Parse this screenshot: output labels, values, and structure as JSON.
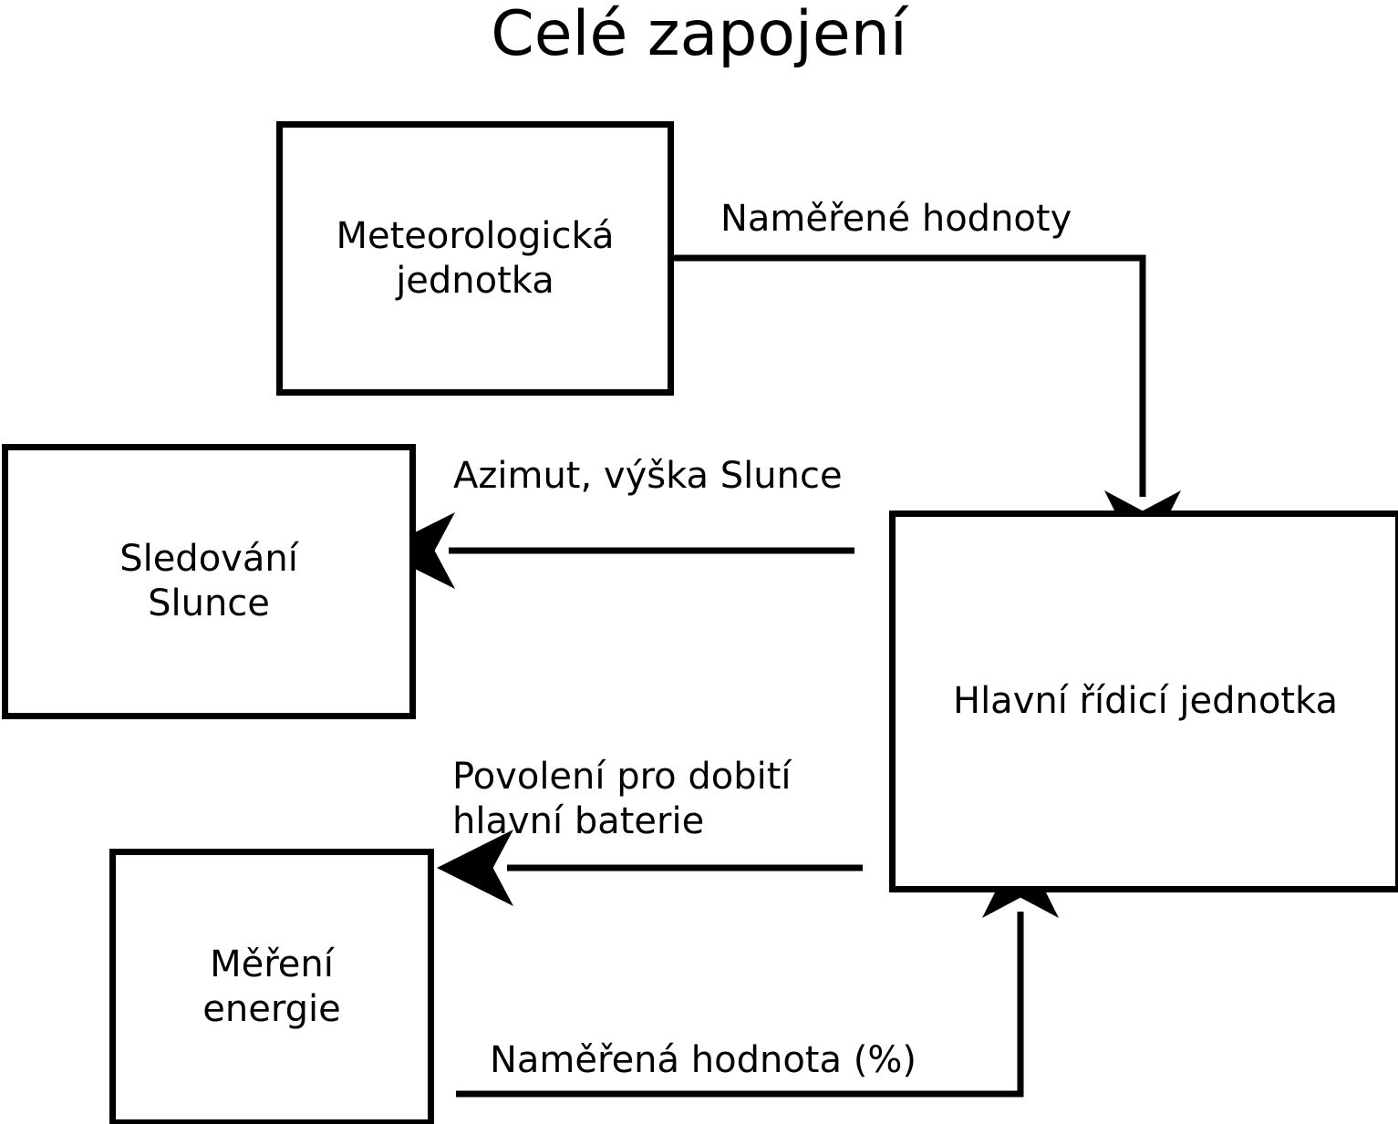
{
  "diagram": {
    "title": "Celé zapojení",
    "language": "cs",
    "background_color": "#ffffff",
    "line_color": "#000000",
    "nodes": [
      {
        "id": "meteo-unit",
        "label": "Meteorologická\njednotka"
      },
      {
        "id": "sun-tracking",
        "label": "Sledování\nSlunce"
      },
      {
        "id": "main-control-unit",
        "label": "Hlavní řídicí jednotka"
      },
      {
        "id": "energy-measurement",
        "label": "Měření\nenergie"
      }
    ],
    "edges": [
      {
        "id": "meteo-to-main",
        "from": "meteo-unit",
        "to": "main-control-unit",
        "label": "Naměřené hodnoty"
      },
      {
        "id": "main-to-sun-tracking",
        "from": "main-control-unit",
        "to": "sun-tracking",
        "label": "Azimut, výška Slunce"
      },
      {
        "id": "main-to-energy",
        "from": "main-control-unit",
        "to": "energy-measurement",
        "label": "Povolení pro dobití\nhlavní baterie"
      },
      {
        "id": "energy-to-main",
        "from": "energy-measurement",
        "to": "main-control-unit",
        "label": "Naměřená hodnota (%)"
      }
    ]
  }
}
